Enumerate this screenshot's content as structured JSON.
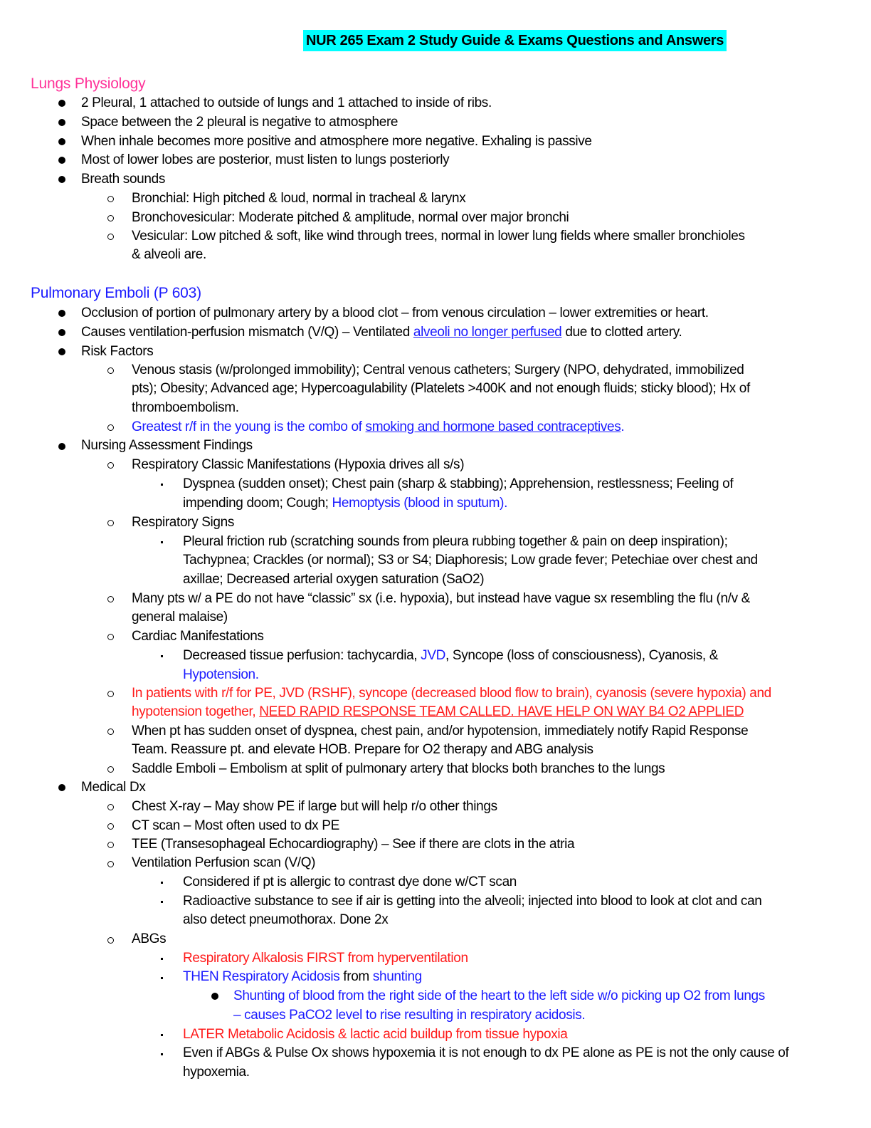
{
  "document": {
    "title": "NUR 265 Exam 2 Study Guide & Exams Questions and Answers",
    "colors": {
      "title_highlight": "#00ffff",
      "heading_lungs": "#ff3399",
      "heading_pe": "#1a1aff",
      "emphasis_blue": "#1a1aff",
      "emphasis_red": "#ff1a1a"
    },
    "sections": {
      "lungs": {
        "heading": "Lungs Physiology",
        "items": [
          "2 Pleural, 1 attached to outside of lungs and 1 attached to inside of ribs.",
          "Space between the 2 pleural is negative to atmosphere",
          "When inhale becomes more positive and atmosphere more negative. Exhaling is passive",
          "Most of lower lobes are posterior, must listen to lungs posteriorly",
          "Breath sounds"
        ],
        "breath_sounds": [
          "Bronchial: High pitched & loud, normal in tracheal & larynx",
          "Bronchovesicular: Moderate pitched & amplitude, normal over major bronchi",
          "Vesicular: Low pitched & soft, like wind through trees, normal in lower lung fields where smaller bronchioles",
          "& alveoli are."
        ]
      },
      "pe": {
        "heading": "Pulmonary Emboli (P 603)",
        "occlusion": "Occlusion of portion of pulmonary artery by a blood clot – from venous circulation – lower extremities or heart.",
        "vq_pre": "Causes ventilation-perfusion mismatch (V/Q) – Ventilated ",
        "vq_link": "alveoli no longer perfused",
        "vq_post": " due to clotted artery.",
        "risk_factors": "Risk Factors",
        "rf_lines": [
          "Venous stasis (w/prolonged immobility); Central venous catheters; Surgery (NPO, dehydrated, immobilized",
          "pts); Obesity; Advanced age; Hypercoagulability (Platelets >400K and not enough fluids; sticky blood); Hx of",
          "thromboembolism."
        ],
        "greatest_pre": "Greatest r/f in the young is the combo of ",
        "greatest_link": "smoking and hormone based contraceptives",
        "greatest_post": ".",
        "nursing": "Nursing Assessment Findings",
        "resp_classic": "Respiratory Classic Manifestations (Hypoxia drives all s/s)",
        "resp_classic_l1": "Dyspnea (sudden onset); Chest pain (sharp & stabbing); Apprehension, restlessness; Feeling of",
        "resp_classic_l2_pre": "impending doom; Cough; ",
        "resp_classic_l2_blue": "Hemoptysis (blood in sputum).",
        "resp_signs": "Respiratory Signs",
        "resp_signs_lines": [
          "Pleural friction rub (scratching sounds from pleura rubbing together & pain on deep inspiration);",
          "Tachypnea; Crackles (or normal); S3 or S4; Diaphoresis; Low grade fever; Petechiae over chest and",
          "axillae; Decreased arterial oxygen saturation (SaO2)"
        ],
        "many_pts": [
          "Many pts w/ a PE do not have “classic” sx (i.e. hypoxia), but instead have vague sx resembling the flu (n/v &",
          "general malaise)"
        ],
        "cardiac": "Cardiac Manifestations",
        "cardiac_l1_pre": "Decreased tissue perfusion: tachycardia, ",
        "cardiac_l1_jvd": "JVD",
        "cardiac_l1_post": ", Syncope (loss of consciousness), Cyanosis, &",
        "cardiac_l2": "Hypotension.",
        "red_l1": "In patients with r/f for PE, JVD (RSHF), syncope (decreased blood flow to brain), cyanosis (severe hypoxia) and",
        "red_l2_pre": "hypotension together, ",
        "red_l2_u": "NEED RAPID RESPONSE TEAM CALLED. HAVE HELP ON WAY B4 O2 APPLIED",
        "when_pt": [
          "When pt has sudden onset of dyspnea, chest pain, and/or hypotension, immediately notify Rapid Response",
          "Team. Reassure pt. and elevate HOB. Prepare for O2 therapy and ABG analysis"
        ],
        "saddle": "Saddle Emboli –  Embolism at split of pulmonary artery that blocks both branches to the lungs",
        "medical_dx": "Medical Dx",
        "dx_items": [
          "Chest X-ray – May show PE if large but will help r/o other things",
          "CT scan – Most often used to dx PE",
          "TEE  (Transesophageal Echocardiography) – See if there are clots in the atria",
          "Ventilation Perfusion scan (V/Q)"
        ],
        "vq_items": [
          "Considered if pt is allergic to contrast dye done w/CT scan",
          "Radioactive substance to see if air is getting into the alveoli; injected into blood to look at clot and can",
          "also detect pneumothorax. Done 2x"
        ],
        "abgs": "ABGs",
        "abg_alkalosis": "Respiratory Alkalosis FIRST from hyperventilation",
        "abg_then_blue": "THEN Respiratory Acidosis",
        "abg_then_black": " from ",
        "abg_then_shunt": "shunting",
        "shunting_lines": [
          "Shunting of blood from the right side of the heart to the left side w/o picking up O2 from lungs",
          "– causes PaCO2 level to rise resulting in respiratory acidosis."
        ],
        "abg_later": "LATER Metabolic Acidosis & lactic acid buildup from tissue hypoxia",
        "abg_even": [
          "Even if ABGs & Pulse Ox shows hypoxemia it is not enough to dx PE alone as PE is not the only cause of",
          "hypoxemia."
        ]
      }
    }
  }
}
